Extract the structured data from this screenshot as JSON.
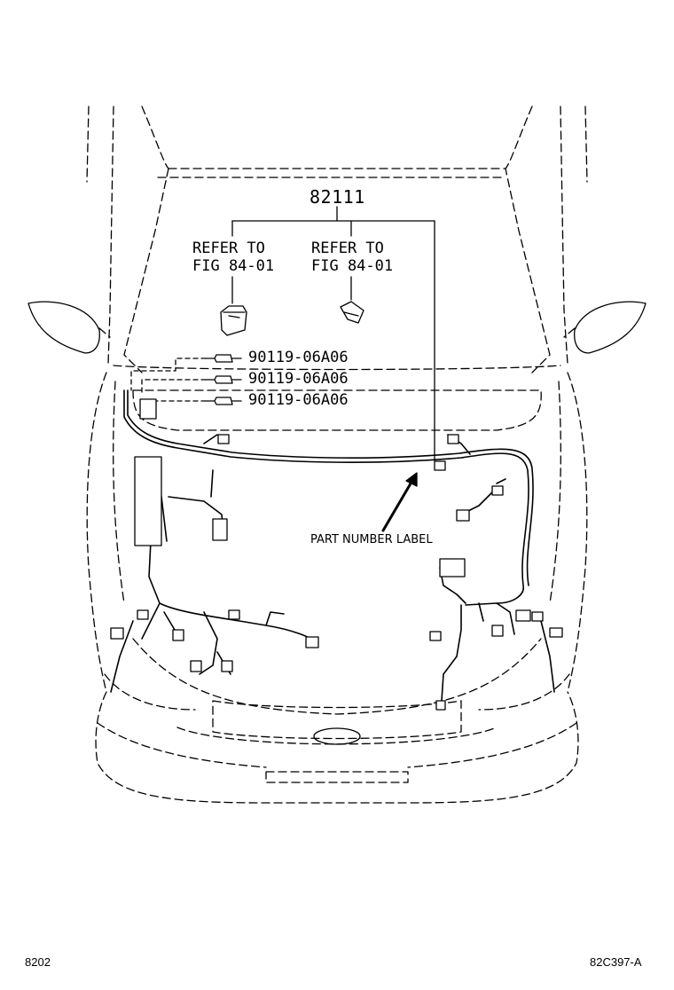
{
  "main_part_number": "82111",
  "refer_left": {
    "line1": "REFER TO",
    "line2": "FIG 84-01"
  },
  "refer_right": {
    "line1": "REFER TO",
    "line2": "FIG 84-01"
  },
  "bolts": [
    "90119-06A06",
    "90119-06A06",
    "90119-06A06"
  ],
  "part_number_label": "PART NUMBER LABEL",
  "footer": {
    "left": "8202",
    "right": "82C397-A"
  }
}
